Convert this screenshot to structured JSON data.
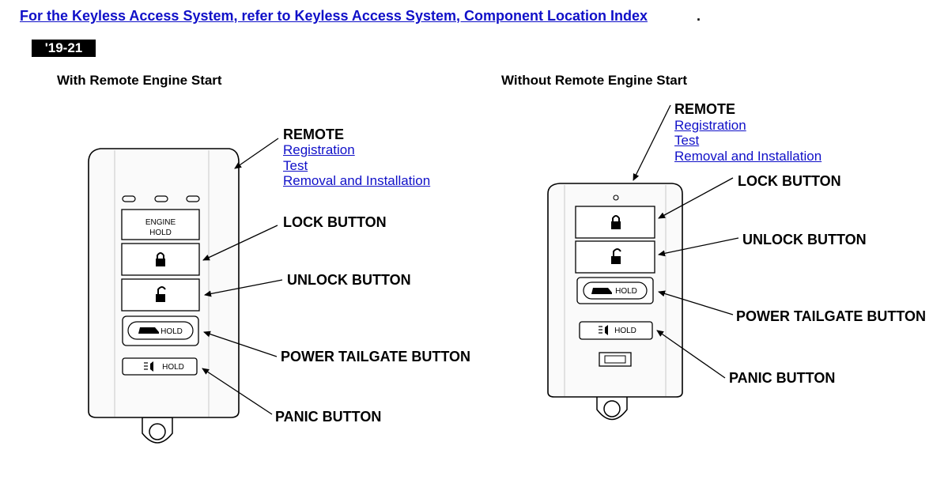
{
  "header": {
    "link_text": "For the Keyless Access System, refer to Keyless Access System, Component Location Index",
    "link_suffix": "."
  },
  "year_badge": "'19-21",
  "left": {
    "title": "With Remote Engine Start",
    "remote_label": "REMOTE",
    "links": [
      "Registration",
      "Test",
      "Removal and Installation"
    ],
    "lock_label": "LOCK BUTTON",
    "unlock_label": "UNLOCK BUTTON",
    "tailgate_label": "POWER TAILGATE BUTTON",
    "panic_label": "PANIC BUTTON",
    "engine_text": "ENGINE",
    "hold_text": "HOLD"
  },
  "right": {
    "title": "Without Remote Engine Start",
    "remote_label": "REMOTE",
    "links": [
      "Registration",
      "Test",
      "Removal and Installation"
    ],
    "lock_label": "LOCK BUTTON",
    "unlock_label": "UNLOCK BUTTON",
    "tailgate_label": "POWER TAILGATE BUTTON",
    "panic_label": "PANIC BUTTON",
    "hold_text": "HOLD"
  }
}
